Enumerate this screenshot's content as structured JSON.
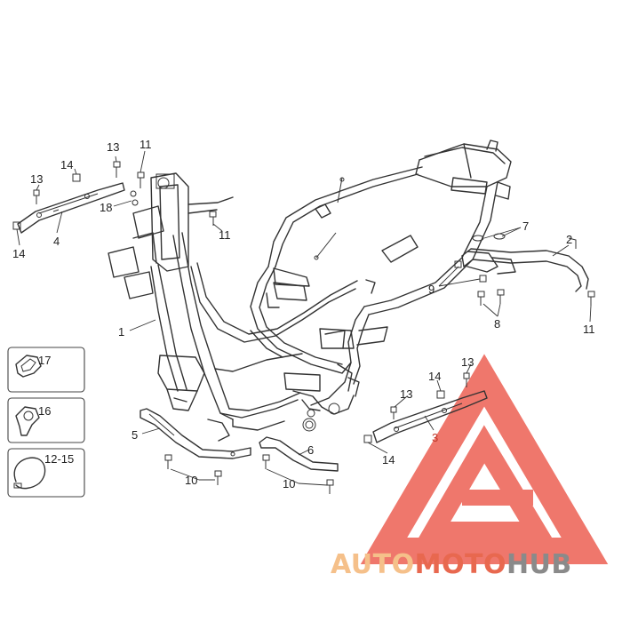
{
  "callouts": {
    "c1": "1",
    "c2": "2",
    "c3": "3",
    "c4": "4",
    "c5": "5",
    "c6": "6",
    "c7": "7",
    "c8": "8",
    "c9": "9",
    "c10a": "10",
    "c10b": "10",
    "c11a": "11",
    "c11b": "11",
    "c11c": "11",
    "c12": "12-15",
    "c13a": "13",
    "c13b": "13",
    "c13c": "13",
    "c13d": "13",
    "c14a": "14",
    "c14b": "14",
    "c14c": "14",
    "c14d": "14",
    "c16": "16",
    "c17": "17",
    "c18": "18"
  },
  "watermark": {
    "part1": "AUTO",
    "part2": "MOTO",
    "part3": "HUB",
    "color1": "#f5c08a",
    "color2": "#e8684f",
    "color3": "#8a8a8a",
    "triangle_color": "#ea4a3c"
  }
}
